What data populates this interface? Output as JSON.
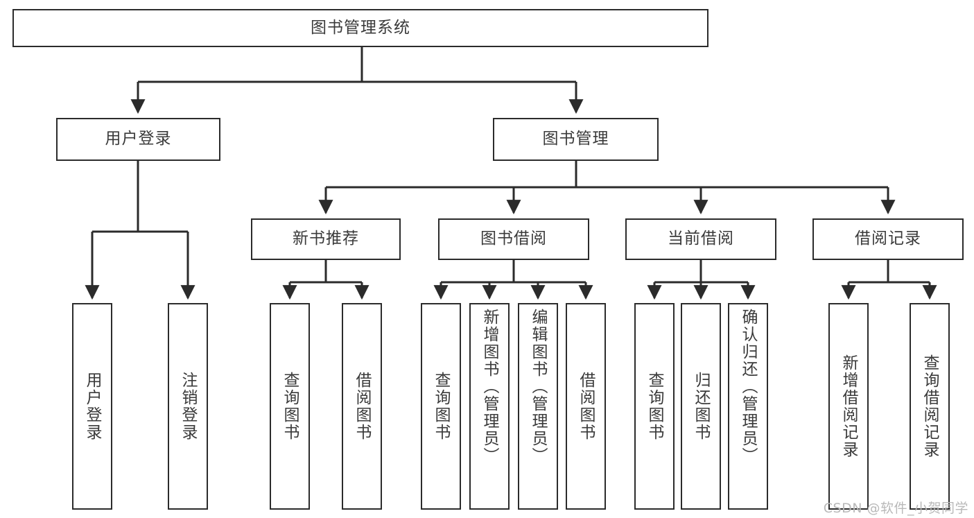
{
  "diagram": {
    "type": "tree",
    "title": "图书管理系统",
    "watermark": "CSDN @软件_小贺同学",
    "colors": {
      "stroke": "#2b2b2b",
      "fill": "#ffffff",
      "text": "#3a3a3a",
      "watermark": "#b9b9b9"
    },
    "root": {
      "label": "图书管理系统"
    },
    "level1": [
      {
        "label": "用户登录"
      },
      {
        "label": "图书管理"
      }
    ],
    "level2": [
      {
        "label": "新书推荐"
      },
      {
        "label": "图书借阅"
      },
      {
        "label": "当前借阅"
      },
      {
        "label": "借阅记录"
      }
    ],
    "leaves": {
      "user_login": [
        {
          "label": "用户登录"
        },
        {
          "label": "注销登录"
        }
      ],
      "new_book": [
        {
          "label": "查询图书"
        },
        {
          "label": "借阅图书"
        }
      ],
      "borrow_book": [
        {
          "label": "查询图书"
        },
        {
          "label": "新增图书（管理员）"
        },
        {
          "label": "编辑图书（管理员）"
        },
        {
          "label": "借阅图书"
        }
      ],
      "current_borrow": [
        {
          "label": "查询图书"
        },
        {
          "label": "归还图书"
        },
        {
          "label": "确认归还（管理员）"
        }
      ],
      "borrow_record": [
        {
          "label": "新增借阅记录"
        },
        {
          "label": "查询借阅记录"
        }
      ]
    }
  }
}
